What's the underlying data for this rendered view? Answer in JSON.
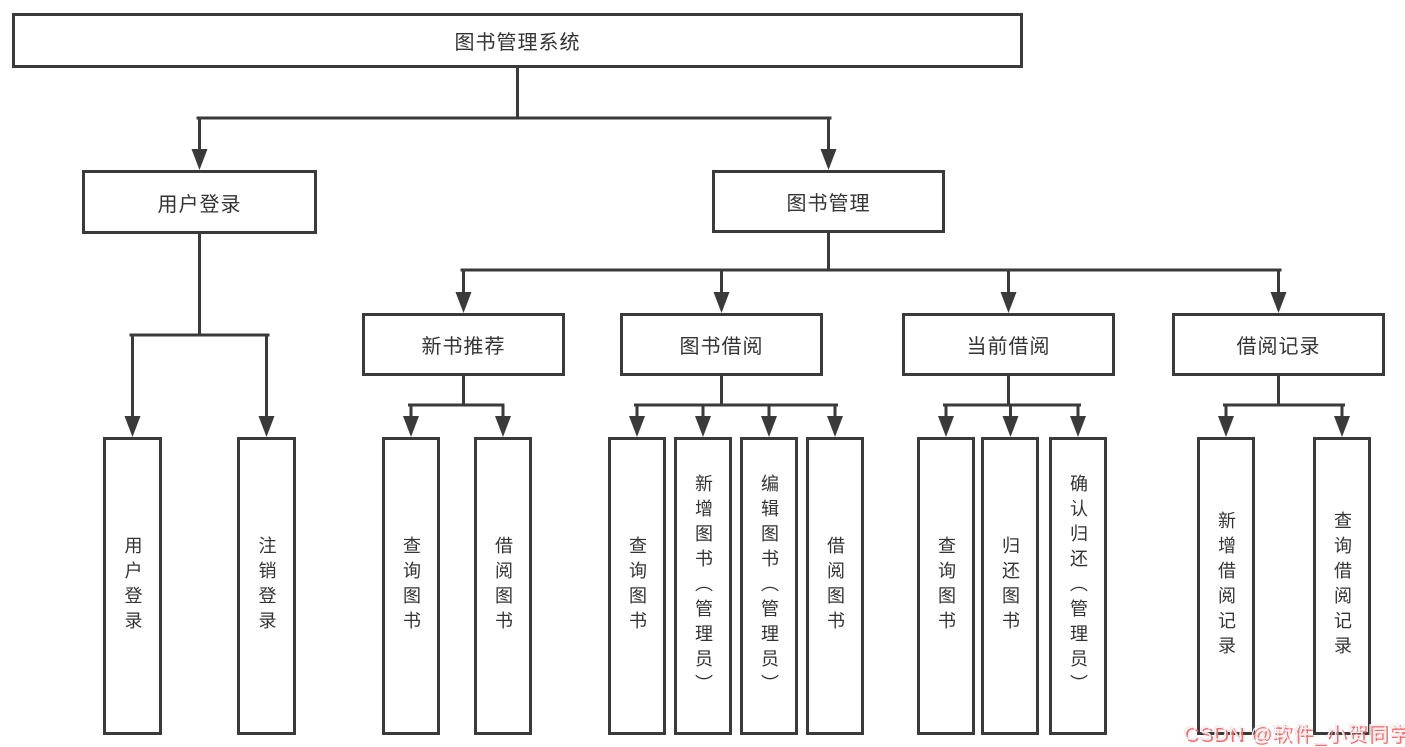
{
  "diagram": {
    "root": "图书管理系统",
    "level1": [
      {
        "label": "用户登录"
      },
      {
        "label": "图书管理"
      }
    ],
    "level2": [
      {
        "label": "新书推荐"
      },
      {
        "label": "图书借阅"
      },
      {
        "label": "当前借阅"
      },
      {
        "label": "借阅记录"
      }
    ],
    "leafGroups": [
      {
        "parent": "用户登录",
        "items": [
          "用户登录",
          "注销登录"
        ]
      },
      {
        "parent": "新书推荐",
        "items": [
          "查询图书",
          "借阅图书"
        ]
      },
      {
        "parent": "图书借阅",
        "items": [
          "查询图书",
          "新增图书（管理员）",
          "编辑图书（管理员）",
          "借阅图书"
        ]
      },
      {
        "parent": "当前借阅",
        "items": [
          "查询图书",
          "归还图书",
          "确认归还（管理员）"
        ]
      },
      {
        "parent": "借阅记录",
        "items": [
          "新增借阅记录",
          "查询借阅记录"
        ]
      }
    ]
  },
  "watermark": {
    "text": "CSDN @软件_小贺同学"
  },
  "colors": {
    "line": "#3a3a3a",
    "text": "#333333",
    "box_background": "#ffffff",
    "watermark_text": "#f0eeee",
    "watermark_shadow": "#fc6b6b"
  }
}
